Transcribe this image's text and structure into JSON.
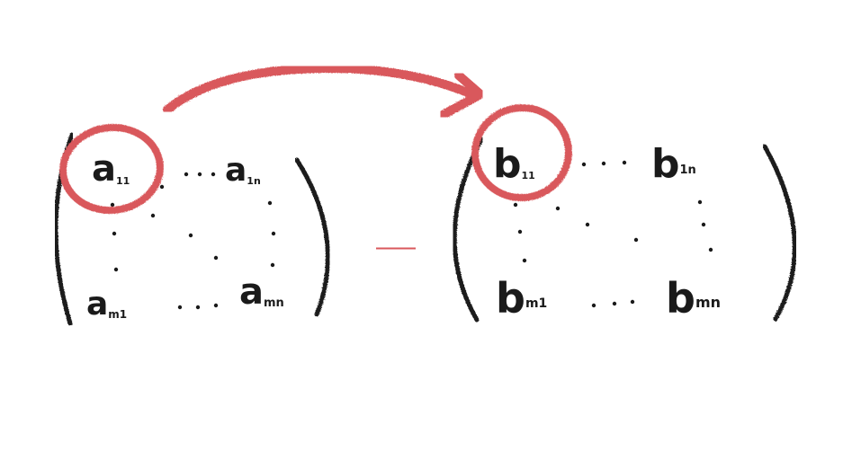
{
  "colors": {
    "ink": "#1a1a1a",
    "highlight": "#d9595c",
    "background": "#ffffff"
  },
  "matrix_a": {
    "top_left": {
      "base": "a",
      "sub": "11"
    },
    "top_right": {
      "base": "a",
      "sub": "1n"
    },
    "bottom_left": {
      "base": "a",
      "sub": "m1"
    },
    "bottom_right": {
      "base": "a",
      "sub": "mn"
    }
  },
  "operator": "−",
  "matrix_b": {
    "top_left": {
      "base": "b",
      "sub": "11"
    },
    "top_right": {
      "base": "b",
      "sub": "1n"
    },
    "bottom_left": {
      "base": "b",
      "sub": "m1"
    },
    "bottom_right": {
      "base": "b",
      "sub": "mn"
    }
  },
  "annotation": {
    "highlight_shape": "circle",
    "arrow": "curved-arrow-from-a11-to-b11"
  }
}
